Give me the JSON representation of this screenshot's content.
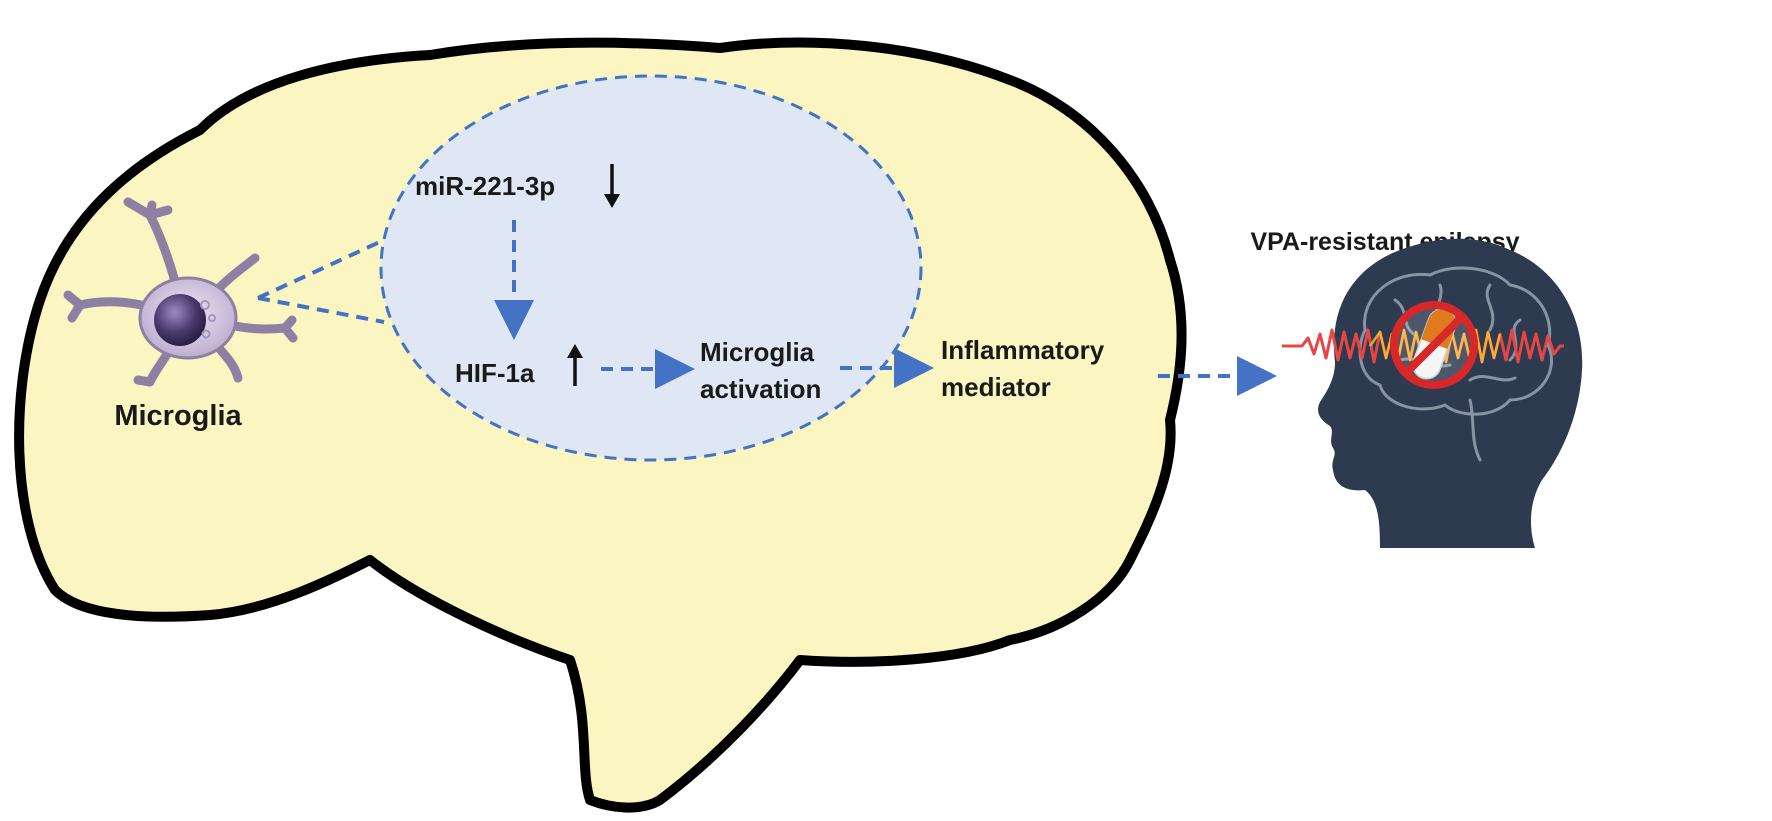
{
  "diagram": {
    "microglia_label": "Microglia",
    "mirna_label": "miR-221-3p",
    "hif_label": "HIF-1a",
    "activation_line1": "Microglia",
    "activation_line2": "activation",
    "mediator_line1": "Inflammatory",
    "mediator_line2": "mediator",
    "outcome_title": "VPA-resistant epilepsy",
    "mirna_change": "down",
    "hif_change": "up"
  },
  "colors": {
    "brain_fill": "#fbf5c2",
    "brain_outline": "#000000",
    "ellipse_fill": "#dfe7f5",
    "flow_arrow": "#4472c4",
    "regulation_arrow": "#111111",
    "head": "#2d3a4f",
    "seizure_wave": "#e84545",
    "prohibition": "#d62828",
    "microglia_body": "#c8b8d8",
    "microglia_nucleus": "#4a3a6e"
  },
  "icons": {
    "cell": "microglia-cell-icon",
    "head": "head-silhouette-icon",
    "brain": "brain-icon",
    "wave": "seizure-wave-icon",
    "prohibition": "no-drug-icon"
  }
}
